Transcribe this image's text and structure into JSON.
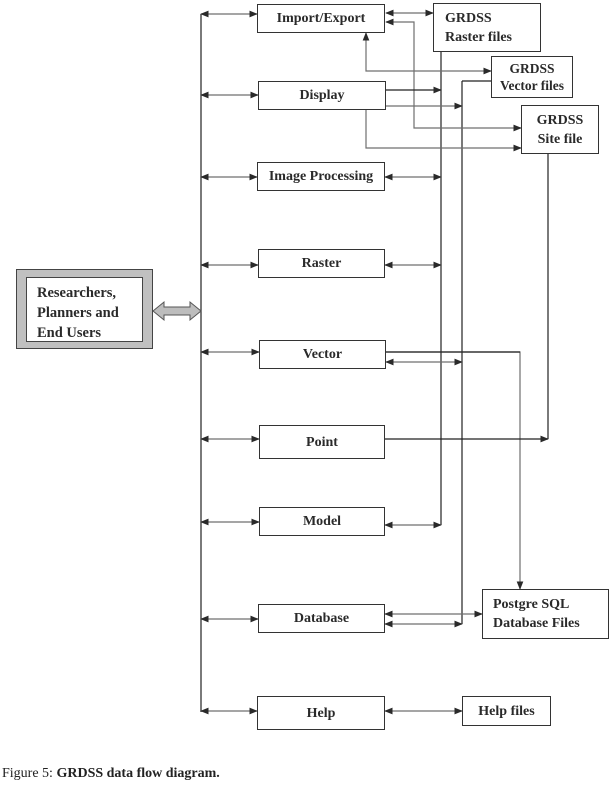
{
  "actor": {
    "label": "Researchers,\nPlanners and\nEnd Users"
  },
  "modules": [
    {
      "id": "import-export",
      "label": "Import/Export"
    },
    {
      "id": "display",
      "label": "Display"
    },
    {
      "id": "image-processing",
      "label": "Image Processing"
    },
    {
      "id": "raster",
      "label": "Raster"
    },
    {
      "id": "vector",
      "label": "Vector"
    },
    {
      "id": "point",
      "label": "Point"
    },
    {
      "id": "model",
      "label": "Model"
    },
    {
      "id": "database",
      "label": "Database"
    },
    {
      "id": "help",
      "label": "Help"
    }
  ],
  "stores": [
    {
      "id": "raster-files",
      "label": "GRDSS\nRaster files"
    },
    {
      "id": "vector-files",
      "label": "GRDSS\nVector files"
    },
    {
      "id": "site-file",
      "label": "GRDSS\nSite file"
    },
    {
      "id": "postgres",
      "label": "Postgre SQL\nDatabase Files"
    },
    {
      "id": "help-files",
      "label": "Help files"
    }
  ],
  "flows": [
    {
      "from": "actor",
      "to": "all-modules",
      "direction": "bidirectional"
    },
    {
      "from": "import-export",
      "to": "raster-files",
      "direction": "bidirectional"
    },
    {
      "from": "import-export",
      "to": "vector-files",
      "direction": "bidirectional"
    },
    {
      "from": "import-export",
      "to": "site-file",
      "direction": "bidirectional"
    },
    {
      "from": "display",
      "to": "raster-files",
      "direction": "to"
    },
    {
      "from": "display",
      "to": "vector-files",
      "direction": "to"
    },
    {
      "from": "display",
      "to": "site-file",
      "direction": "to"
    },
    {
      "from": "image-processing",
      "to": "raster-files",
      "direction": "bidirectional"
    },
    {
      "from": "raster",
      "to": "raster-files",
      "direction": "bidirectional"
    },
    {
      "from": "vector",
      "to": "vector-files",
      "direction": "bidirectional"
    },
    {
      "from": "vector",
      "to": "postgres",
      "direction": "to"
    },
    {
      "from": "point",
      "to": "site-file",
      "direction": "to"
    },
    {
      "from": "model",
      "to": "raster-files",
      "direction": "bidirectional"
    },
    {
      "from": "database",
      "to": "postgres",
      "direction": "bidirectional"
    },
    {
      "from": "database",
      "to": "vector-files",
      "direction": "bidirectional"
    },
    {
      "from": "help",
      "to": "help-files",
      "direction": "bidirectional"
    }
  ],
  "caption": {
    "prefix": "Figure 5: ",
    "title": "GRDSS data flow diagram."
  },
  "colors": {
    "line": "#222222",
    "line_gray": "#6f6f6f",
    "actor_fill": "#c0c0c0"
  }
}
